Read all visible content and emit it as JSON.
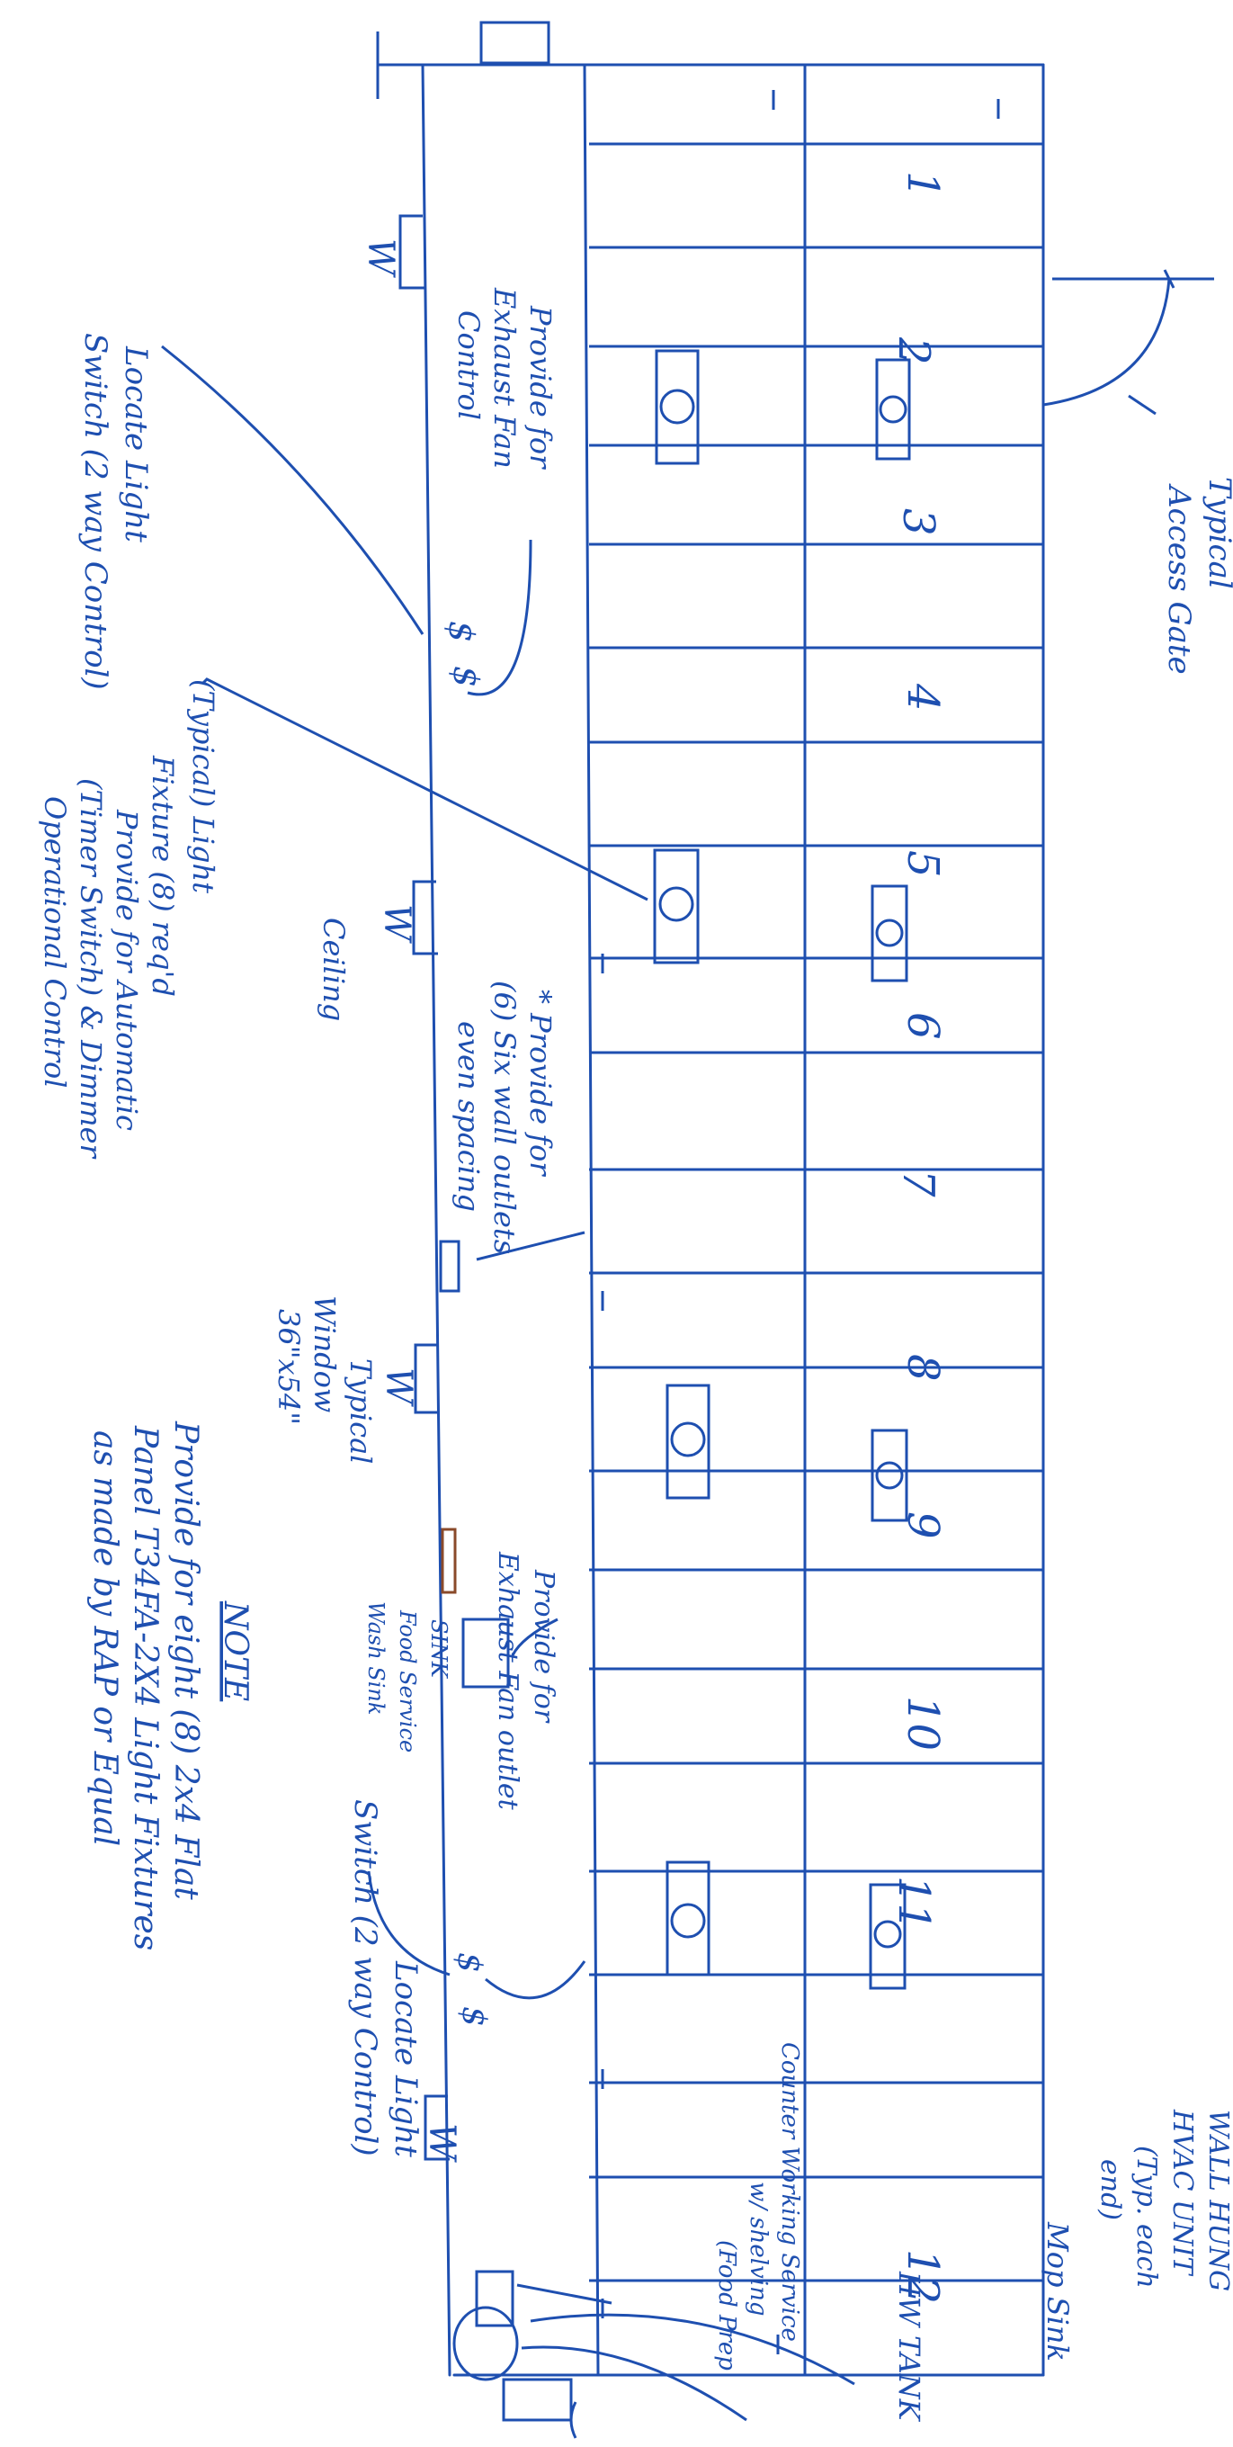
{
  "colors": {
    "ink": "#1e4fb0",
    "paper": "#ffffff",
    "brown_mark": "#8a4a2a"
  },
  "bay_numbers": [
    "1",
    "2",
    "3",
    "4",
    "5",
    "6",
    "7",
    "8",
    "9",
    "10",
    "11",
    "12"
  ],
  "wall_markers": {
    "window": "W",
    "switch": "$",
    "gfci": "$",
    "ceiling_bracket": "T"
  },
  "notes": {
    "access_gate_1": "Typical",
    "access_gate_2": "Access Gate",
    "wall_hung_1": "WALL HUNG",
    "wall_hung_2": "HVAC UNIT",
    "wall_hung_3": "(Typ. each",
    "wall_hung_4": "end)",
    "mop_sink": "Mop Sink",
    "hw_tank": "HW TANK",
    "counter_1": "Counter Working Service",
    "counter_2": "w/ shelving",
    "counter_3": "(Food Prep",
    "locate_switch_a_1": "Locate Light",
    "locate_switch_a_2": "Switch (2 way Control)",
    "exhaust_fan_a_1": "Provide for",
    "exhaust_fan_a_2": "Exhaust Fan",
    "exhaust_fan_a_3": "Control",
    "ceiling_1": "Ceiling",
    "ceiling_2": "(Typical) Light",
    "ceiling_3": "Fixture (8) req'd",
    "ceiling_4": "Provide for Automatic",
    "ceiling_5": "(Timer Switch) & Dimmer",
    "ceiling_6": "Operational Control",
    "outlets_1": "* Provide for",
    "outlets_2": "(6) Six wall outlets",
    "outlets_3": "even spacing",
    "window_1": "Typical",
    "window_2": "Window",
    "window_3": "36\"x54\"",
    "exhaust_fan_b_1": "Provide for",
    "exhaust_fan_b_2": "Exhaust Fan outlet",
    "sink_1": "SINK",
    "sink_2": "Food Service",
    "sink_3": "Wash Sink",
    "locate_switch_b_1": "Locate Light",
    "locate_switch_b_2": "Switch (2 way Control)",
    "note_title": "NOTE",
    "note_1": "Provide for eight (8) 2x4 Flat",
    "note_2": "Panel T34FA-2X4 Light Fixtures",
    "note_3": "as made by RAP or Equal"
  }
}
